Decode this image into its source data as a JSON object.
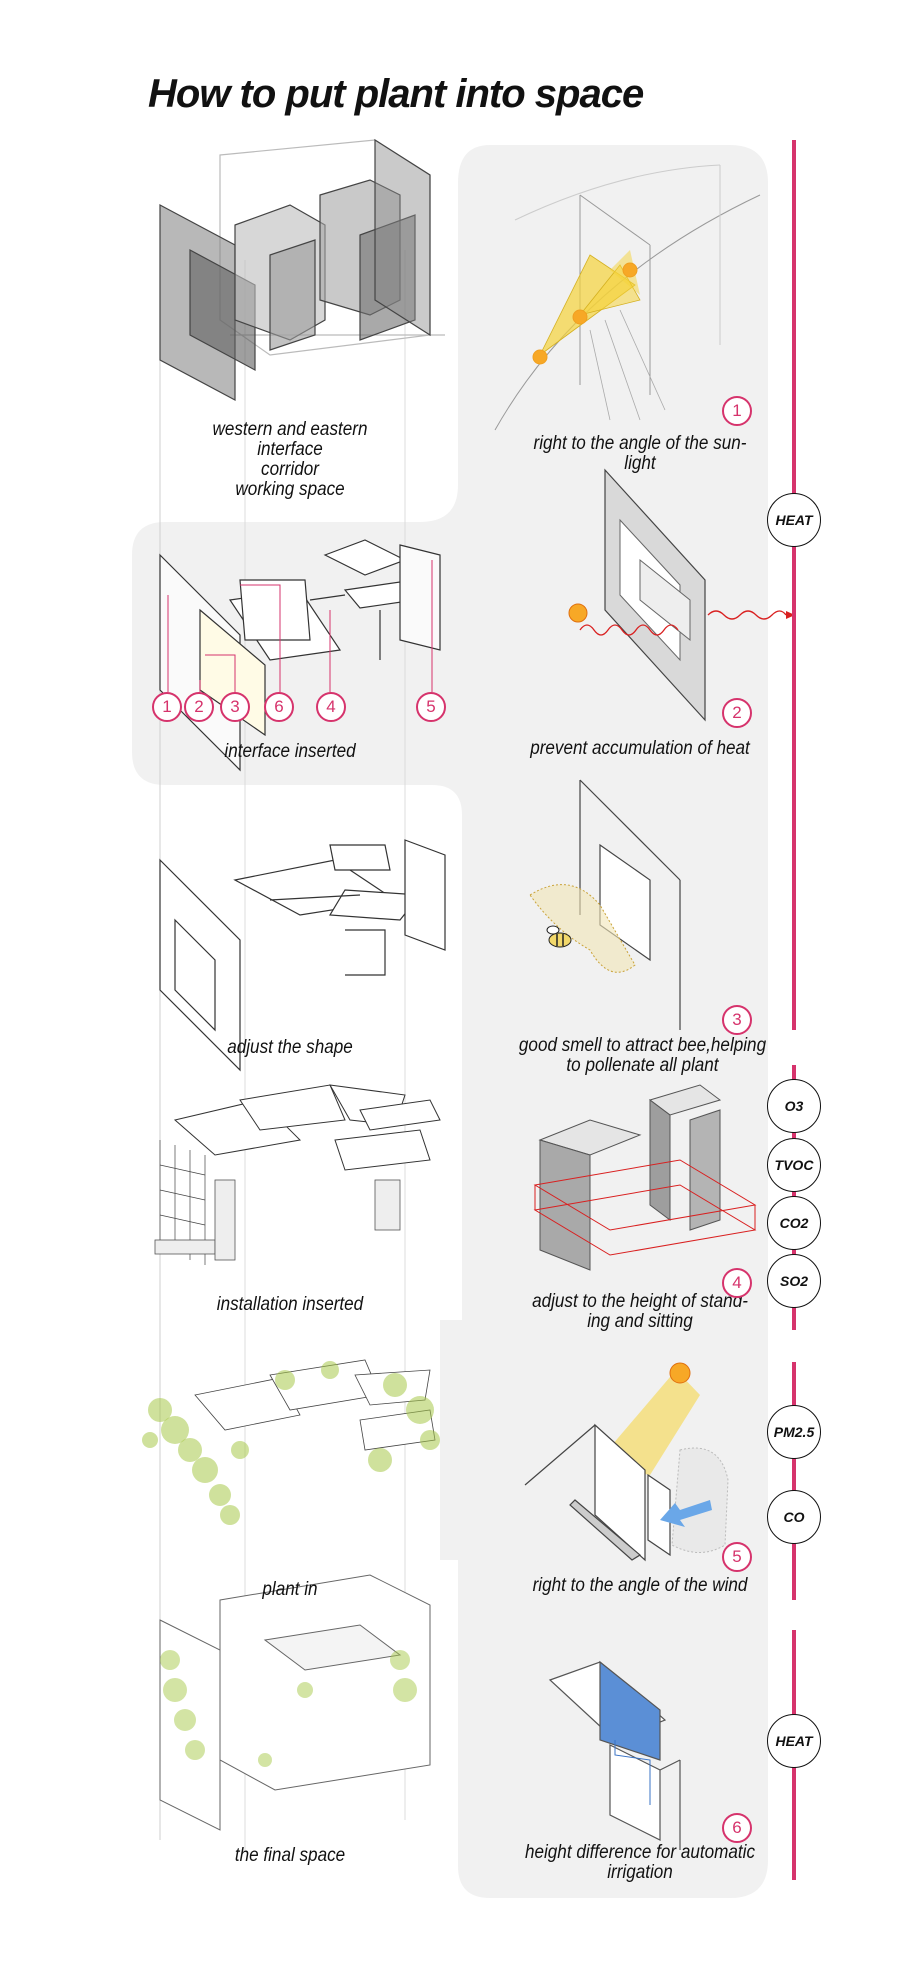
{
  "title": "How to put plant into space",
  "left_steps": [
    {
      "lines": [
        "western and eastern interface",
        "corridor",
        "working space"
      ]
    },
    {
      "lines": [
        "interface inserted"
      ]
    },
    {
      "lines": [
        "adjust the shape"
      ]
    },
    {
      "lines": [
        "installation inserted"
      ]
    },
    {
      "lines": [
        "plant in"
      ]
    },
    {
      "lines": [
        "the final space"
      ]
    }
  ],
  "right_steps": [
    {
      "number": "1",
      "lines": [
        "right to the angle of the sun-",
        "light"
      ]
    },
    {
      "number": "2",
      "lines": [
        "prevent accumulation of heat"
      ]
    },
    {
      "number": "3",
      "lines": [
        "good smell to attract bee,helping",
        "to pollenate all plant"
      ]
    },
    {
      "number": "4",
      "lines": [
        "adjust to the height of stand-",
        "ing and sitting"
      ]
    },
    {
      "number": "5",
      "lines": [
        "right to the angle of the wind"
      ]
    },
    {
      "number": "6",
      "lines": [
        "height difference for automatic",
        "irrigation"
      ]
    }
  ],
  "interface_markers": [
    "1",
    "2",
    "3",
    "6",
    "4",
    "5"
  ],
  "pollutants": [
    "HEAT",
    "O3",
    "TVOC",
    "CO2",
    "SO2",
    "PM2.5",
    "CO",
    "HEAT"
  ],
  "colors": {
    "accent": "#d6336c",
    "panel": "#f1f1f1",
    "sun": "#f0a020",
    "plant": "#a8c94a",
    "blue": "#5b8fd6"
  }
}
